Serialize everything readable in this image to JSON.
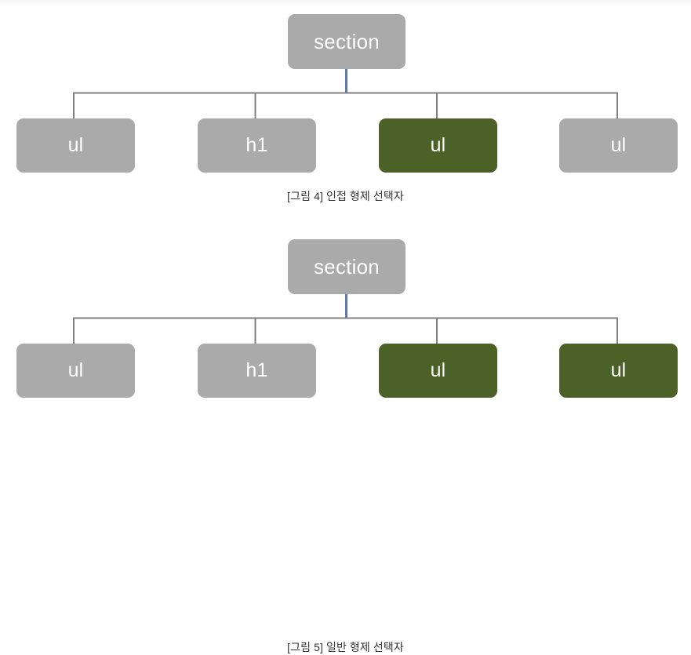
{
  "page": {
    "background_color": "#ffffff",
    "node_gray": "#aaaaaa",
    "node_green": "#4c6127",
    "line_gray": "#808080",
    "stem_blue": "#5b7ca8",
    "caption_color": "#333333"
  },
  "figures": [
    {
      "id": "adjacent-sibling",
      "caption": "[그림 4] 인접 형제 선택자",
      "root": {
        "label": "section",
        "state": "normal"
      },
      "children": [
        {
          "label": "ul",
          "state": "normal"
        },
        {
          "label": "h1",
          "state": "normal"
        },
        {
          "label": "ul",
          "state": "selected"
        },
        {
          "label": "ul",
          "state": "normal"
        }
      ]
    },
    {
      "id": "general-sibling",
      "caption": "[그림 5] 일반 형제 선택자",
      "root": {
        "label": "section",
        "state": "normal"
      },
      "children": [
        {
          "label": "ul",
          "state": "normal"
        },
        {
          "label": "h1",
          "state": "normal"
        },
        {
          "label": "ul",
          "state": "selected"
        },
        {
          "label": "ul",
          "state": "selected"
        }
      ]
    }
  ]
}
